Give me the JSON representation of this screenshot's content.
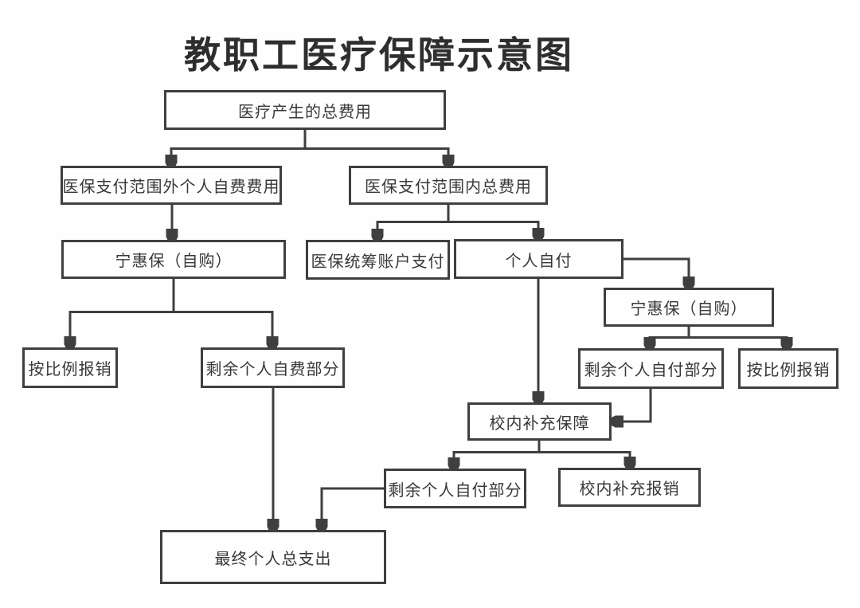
{
  "title": "教职工医疗保障示意图",
  "colors": {
    "line": "#3f3f3f",
    "text": "#383838",
    "background": "#fefefe"
  },
  "flowchart": {
    "nodes": {
      "total_cost": {
        "label": "医疗产生的总费用"
      },
      "out_of_scope_self_fee": {
        "label": "医保支付范围外个人自费费用"
      },
      "in_scope_total": {
        "label": "医保支付范围内总费用"
      },
      "ninghuibao_left": {
        "label": "宁惠保（自购）"
      },
      "pooled_account_pay": {
        "label": "医保统筹账户支付"
      },
      "self_pay": {
        "label": "个人自付"
      },
      "ninghuibao_right": {
        "label": "宁惠保（自购）"
      },
      "remaining_self_pay_right": {
        "label": "剩余个人自付部分"
      },
      "proportional_reimburse_right": {
        "label": "按比例报销"
      },
      "proportional_reimburse_left": {
        "label": "按比例报销"
      },
      "remaining_self_fee": {
        "label": "剩余个人自费部分"
      },
      "campus_supplement": {
        "label": "校内补充保障"
      },
      "remaining_self_pay_bottom": {
        "label": "剩余个人自付部分"
      },
      "campus_supplement_reimburse": {
        "label": "校内补充报销"
      },
      "final_total_spend": {
        "label": "最终个人总支出"
      }
    },
    "edges": [
      {
        "from": "total_cost",
        "to": "out_of_scope_self_fee"
      },
      {
        "from": "total_cost",
        "to": "in_scope_total"
      },
      {
        "from": "out_of_scope_self_fee",
        "to": "ninghuibao_left"
      },
      {
        "from": "in_scope_total",
        "to": "pooled_account_pay"
      },
      {
        "from": "in_scope_total",
        "to": "self_pay"
      },
      {
        "from": "ninghuibao_left",
        "to": "proportional_reimburse_left"
      },
      {
        "from": "ninghuibao_left",
        "to": "remaining_self_fee"
      },
      {
        "from": "self_pay",
        "to": "ninghuibao_right"
      },
      {
        "from": "self_pay",
        "to": "campus_supplement"
      },
      {
        "from": "ninghuibao_right",
        "to": "remaining_self_pay_right"
      },
      {
        "from": "ninghuibao_right",
        "to": "proportional_reimburse_right"
      },
      {
        "from": "remaining_self_pay_right",
        "to": "campus_supplement"
      },
      {
        "from": "campus_supplement",
        "to": "remaining_self_pay_bottom"
      },
      {
        "from": "campus_supplement",
        "to": "campus_supplement_reimburse"
      },
      {
        "from": "remaining_self_fee",
        "to": "final_total_spend"
      },
      {
        "from": "remaining_self_pay_bottom",
        "to": "final_total_spend"
      }
    ]
  }
}
